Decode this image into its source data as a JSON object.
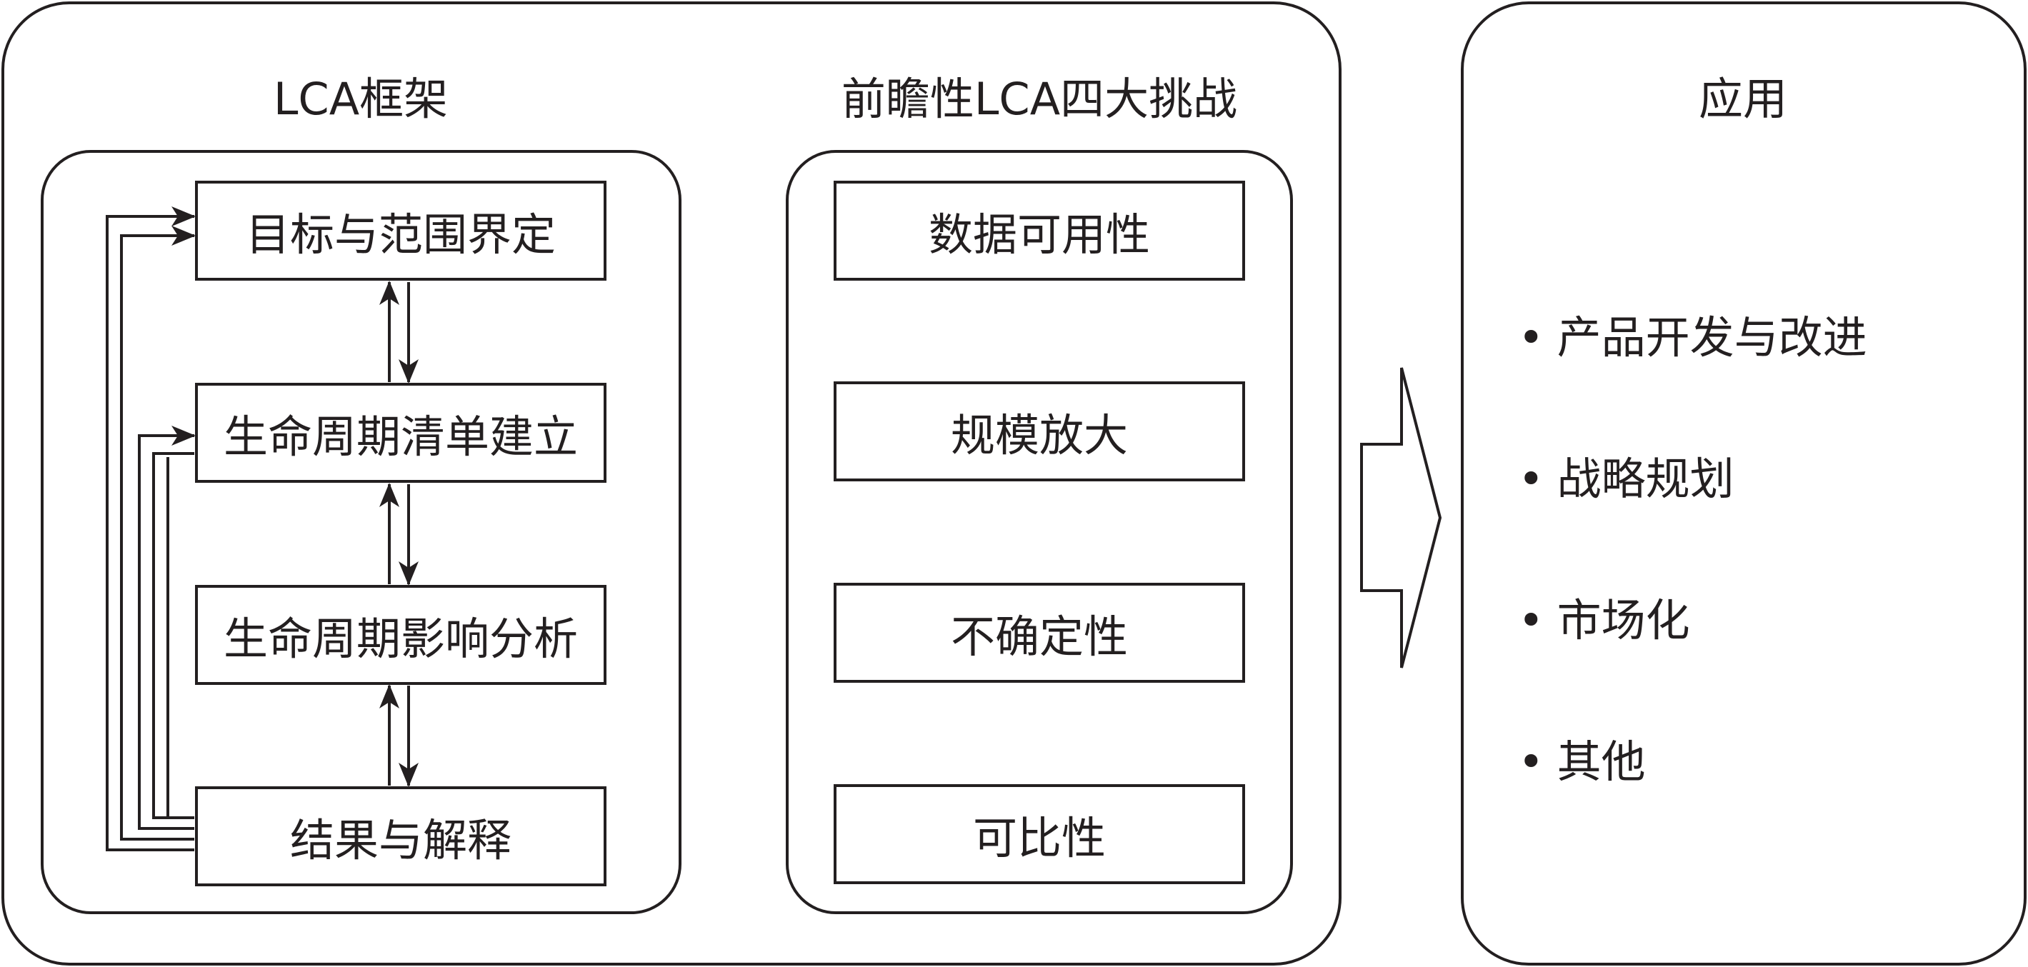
{
  "left_panel": {
    "lca_framework": {
      "title": "LCA框架",
      "steps": [
        "目标与范围界定",
        "生命周期清单建立",
        "生命周期影响分析",
        "结果与解释"
      ]
    },
    "challenges": {
      "title": "前瞻性LCA四大挑战",
      "items": [
        "数据可用性",
        "规模放大",
        "不确定性",
        "可比性"
      ]
    }
  },
  "application_panel": {
    "title": "应用",
    "bullet_symbol": "•",
    "items": [
      "产品开发与改进",
      "战略规划",
      "市场化",
      "其他"
    ]
  }
}
